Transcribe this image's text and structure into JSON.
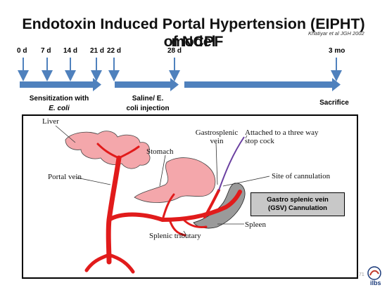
{
  "slide": {
    "title_line1": "Endotoxin Induced Portal Hypertension (EIPHT) model",
    "title_line2": "of  NCPF",
    "reference": "Khatiyar et al JGH 2002",
    "page_number": "71",
    "logo_text": "ilbs"
  },
  "timeline": {
    "day_labels": [
      "0 d",
      "7 d",
      "14 d",
      "21 d",
      "22 d",
      "28 d",
      "3 mo"
    ],
    "phases": {
      "sensitization_line1": "Sensitization with",
      "sensitization_line2": "E. coli",
      "saline_line1": "Saline/ E.",
      "saline_line2": "coli injection",
      "sacrifice": "Sacrifice"
    },
    "arrow_color": "#4f81bd"
  },
  "diagram": {
    "labels": {
      "liver": "Liver",
      "portal_vein": "Portal vein",
      "stomach": "Stomach",
      "gastrosplenic_line1": "Gastrosplenic",
      "gastrosplenic_line2": "vein",
      "attached_line1": "Attached to a three way",
      "attached_line2": "stop cock",
      "site": "Site of cannulation",
      "spleen": "Spleen",
      "splenic_tributary": "Splenic tributary"
    },
    "callout_line1": "Gastro splenic vein",
    "callout_line2": "(GSV) Cannulation",
    "colors": {
      "organ_fill": "#f4a7ab",
      "vein": "#e11b1b",
      "spleen": "#9a9a9a",
      "catheter": "#6a3fa0"
    }
  }
}
